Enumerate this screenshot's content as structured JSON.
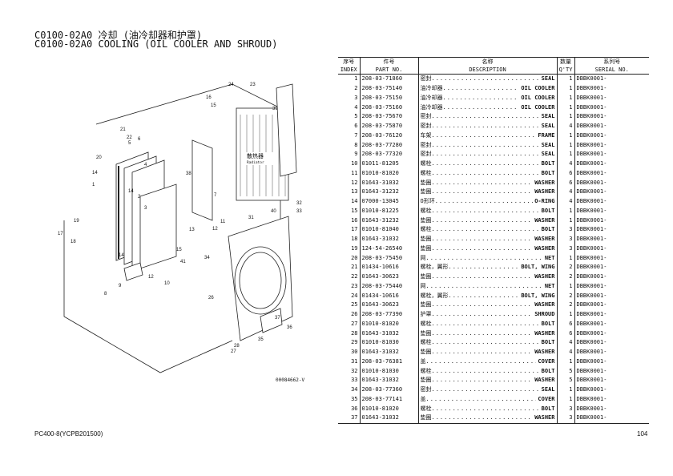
{
  "title_cn": "C0100-02A0 冷却 (油冷却器和护罩)",
  "title_en": "C0100-02A0 COOLING (OIL COOLER AND SHROUD)",
  "diagram": {
    "code": "00084662-V",
    "radiator_cn": "散热器",
    "radiator_en": "Radiator",
    "callouts": [
      "24",
      "23",
      "16",
      "15",
      "39",
      "21",
      "22",
      "6",
      "5",
      "20",
      "14",
      "1",
      "4",
      "38",
      "2",
      "3",
      "14",
      "7",
      "32",
      "40",
      "33",
      "19",
      "11",
      "12",
      "31",
      "17",
      "18",
      "13",
      "41",
      "15",
      "14",
      "34",
      "9",
      "12",
      "10",
      "8",
      "26",
      "37",
      "36",
      "35",
      "28",
      "27"
    ]
  },
  "table": {
    "headers": {
      "index_cn": "序号",
      "index_en": "INDEX",
      "part_cn": "件号",
      "part_en": "PART NO.",
      "desc_cn": "名称",
      "desc_en": "DESCRIPTION",
      "qty_cn": "数量",
      "qty_en": "Q'TY",
      "serial_cn": "系列号",
      "serial_en": "SERIAL NO."
    },
    "rows": [
      {
        "index": "1",
        "part": "208-03-71860",
        "cn": "密封",
        "en": "SEAL",
        "qty": "1",
        "serial": "DBBK0001-"
      },
      {
        "index": "2",
        "part": "208-03-75140",
        "cn": "油冷却器",
        "en": "OIL COOLER",
        "qty": "1",
        "serial": "DBBK0001-"
      },
      {
        "index": "3",
        "part": "208-03-75150",
        "cn": "油冷却器",
        "en": "OIL COOLER",
        "qty": "1",
        "serial": "DBBK0001-"
      },
      {
        "index": "4",
        "part": "208-03-75160",
        "cn": "油冷却器",
        "en": "OIL COOLER",
        "qty": "1",
        "serial": "DBBK0001-"
      },
      {
        "index": "5",
        "part": "208-03-75670",
        "cn": "密封",
        "en": "SEAL",
        "qty": "1",
        "serial": "DBBK0001-"
      },
      {
        "index": "6",
        "part": "208-03-75870",
        "cn": "密封",
        "en": "SEAL",
        "qty": "4",
        "serial": "DBBK0001-"
      },
      {
        "index": "7",
        "part": "208-03-76120",
        "cn": "车架",
        "en": "FRAME",
        "qty": "1",
        "serial": "DBBK0001-"
      },
      {
        "index": "8",
        "part": "208-03-77280",
        "cn": "密封",
        "en": "SEAL",
        "qty": "1",
        "serial": "DBBK0001-"
      },
      {
        "index": "9",
        "part": "208-03-77320",
        "cn": "密封",
        "en": "SEAL",
        "qty": "1",
        "serial": "DBBK0001-"
      },
      {
        "index": "10",
        "part": "01011-81205",
        "cn": "螺栓",
        "en": "BOLT",
        "qty": "4",
        "serial": "DBBK0001-"
      },
      {
        "index": "11",
        "part": "01010-81020",
        "cn": "螺栓",
        "en": "BOLT",
        "qty": "6",
        "serial": "DBBK0001-"
      },
      {
        "index": "12",
        "part": "01643-31032",
        "cn": "垫圈",
        "en": "WASHER",
        "qty": "6",
        "serial": "DBBK0001-"
      },
      {
        "index": "13",
        "part": "01643-31232",
        "cn": "垫圈",
        "en": "WASHER",
        "qty": "4",
        "serial": "DBBK0001-"
      },
      {
        "index": "14",
        "part": "07000-13045",
        "cn": "O形环",
        "en": "O-RING",
        "qty": "4",
        "serial": "DBBK0001-"
      },
      {
        "index": "15",
        "part": "01010-81225",
        "cn": "螺栓",
        "en": "BOLT",
        "qty": "1",
        "serial": "DBBK0001-"
      },
      {
        "index": "16",
        "part": "01643-31232",
        "cn": "垫圈",
        "en": "WASHER",
        "qty": "1",
        "serial": "DBBK0001-"
      },
      {
        "index": "17",
        "part": "01010-81040",
        "cn": "螺栓",
        "en": "BOLT",
        "qty": "3",
        "serial": "DBBK0001-"
      },
      {
        "index": "18",
        "part": "01643-31032",
        "cn": "垫圈",
        "en": "WASHER",
        "qty": "3",
        "serial": "DBBK0001-"
      },
      {
        "index": "19",
        "part": "124-54-26540",
        "cn": "垫圈",
        "en": "WASHER",
        "qty": "3",
        "serial": "DBBK0001-"
      },
      {
        "index": "20",
        "part": "208-03-75450",
        "cn": "网",
        "en": "NET",
        "qty": "1",
        "serial": "DBBK0001-"
      },
      {
        "index": "21",
        "part": "01434-10616",
        "cn": "螺栓，翼形",
        "en": "BOLT, WING",
        "qty": "2",
        "serial": "DBBK0001-"
      },
      {
        "index": "22",
        "part": "01643-30623",
        "cn": "垫圈",
        "en": "WASHER",
        "qty": "2",
        "serial": "DBBK0001-"
      },
      {
        "index": "23",
        "part": "208-03-75440",
        "cn": "网",
        "en": "NET",
        "qty": "1",
        "serial": "DBBK0001-"
      },
      {
        "index": "24",
        "part": "01434-10616",
        "cn": "螺栓，翼形",
        "en": "BOLT, WING",
        "qty": "2",
        "serial": "DBBK0001-"
      },
      {
        "index": "25",
        "part": "01643-30623",
        "cn": "垫圈",
        "en": "WASHER",
        "qty": "2",
        "serial": "DBBK0001-"
      },
      {
        "index": "26",
        "part": "208-03-77390",
        "cn": "护罩",
        "en": "SHROUD",
        "qty": "1",
        "serial": "DBBK0001-"
      },
      {
        "index": "27",
        "part": "01010-81020",
        "cn": "螺栓",
        "en": "BOLT",
        "qty": "6",
        "serial": "DBBK0001-"
      },
      {
        "index": "28",
        "part": "01643-31032",
        "cn": "垫圈",
        "en": "WASHER",
        "qty": "6",
        "serial": "DBBK0001-"
      },
      {
        "index": "29",
        "part": "01010-81030",
        "cn": "螺栓",
        "en": "BOLT",
        "qty": "4",
        "serial": "DBBK0001-"
      },
      {
        "index": "30",
        "part": "01643-31032",
        "cn": "垫圈",
        "en": "WASHER",
        "qty": "4",
        "serial": "DBBK0001-"
      },
      {
        "index": "31",
        "part": "208-03-76381",
        "cn": "盖",
        "en": "COVER",
        "qty": "1",
        "serial": "DBBK0001-"
      },
      {
        "index": "32",
        "part": "01010-81030",
        "cn": "螺栓",
        "en": "BOLT",
        "qty": "5",
        "serial": "DBBK0001-"
      },
      {
        "index": "33",
        "part": "01643-31032",
        "cn": "垫圈",
        "en": "WASHER",
        "qty": "5",
        "serial": "DBBK0001-"
      },
      {
        "index": "34",
        "part": "208-03-77360",
        "cn": "密封",
        "en": "SEAL",
        "qty": "1",
        "serial": "DBBK0001-"
      },
      {
        "index": "35",
        "part": "208-03-77141",
        "cn": "盖",
        "en": "COVER",
        "qty": "1",
        "serial": "DBBK0001-"
      },
      {
        "index": "36",
        "part": "01010-81020",
        "cn": "螺栓",
        "en": "BOLT",
        "qty": "3",
        "serial": "DBBK0001-"
      },
      {
        "index": "37",
        "part": "01643-31032",
        "cn": "垫圈",
        "en": "WASHER",
        "qty": "3",
        "serial": "DBBK0001-"
      }
    ]
  },
  "footer": {
    "model": "PC400-8(YCPB201500)",
    "page": "104"
  }
}
